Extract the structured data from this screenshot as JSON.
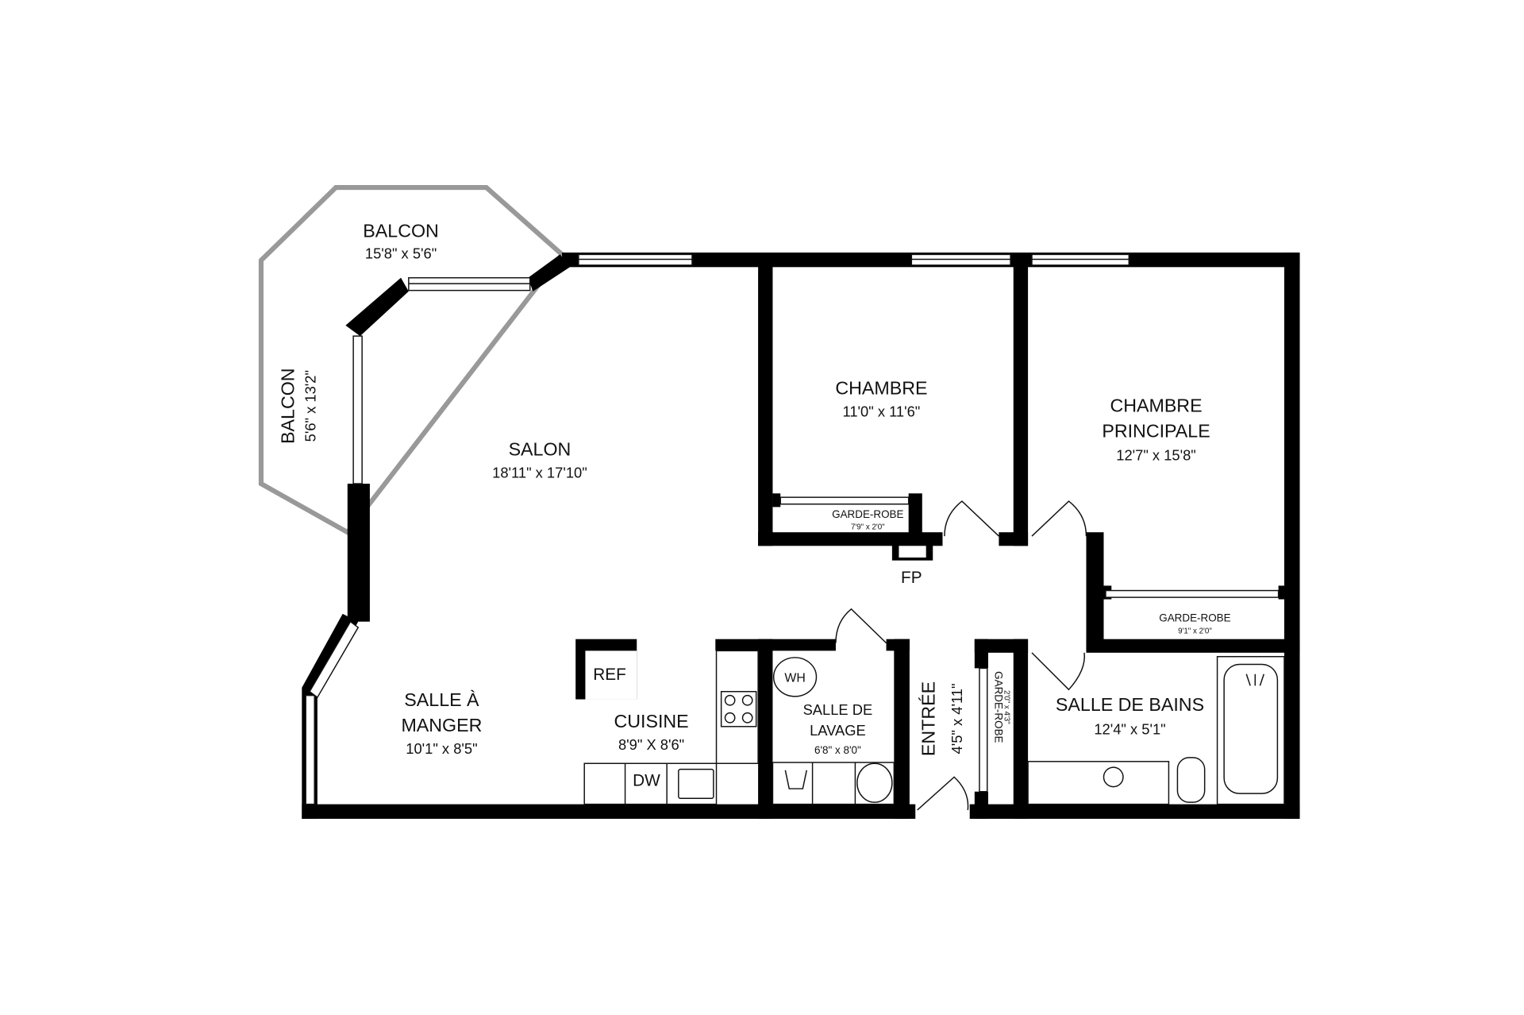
{
  "rooms": {
    "balcon_top": {
      "name": "BALCON",
      "dim": "15'8\" x 5'6\""
    },
    "balcon_side": {
      "name": "BALCON",
      "dim": "5'6\" x 13'2\""
    },
    "salon": {
      "name": "SALON",
      "dim": "18'11\" x 17'10\""
    },
    "chambre": {
      "name": "CHAMBRE",
      "dim": "11'0\" x 11'6\""
    },
    "chambre_principale": {
      "name1": "CHAMBRE",
      "name2": "PRINCIPALE",
      "dim": "12'7\" x 15'8\""
    },
    "garde_robe_chambre": {
      "name": "GARDE-ROBE",
      "dim": "7'9\" x 2'0\""
    },
    "garde_robe_principale": {
      "name": "GARDE-ROBE",
      "dim": "9'1\" x 2'0\""
    },
    "garde_robe_entree": {
      "name": "GARDE-ROBE",
      "dim": "2'0\" x 4'3\""
    },
    "salle_a_manger": {
      "name1": "SALLE À",
      "name2": "MANGER",
      "dim": "10'1\" x 8'5\""
    },
    "cuisine": {
      "name": "CUISINE",
      "dim": "8'9\" X 8'6\""
    },
    "salle_de_lavage": {
      "name1": "SALLE DE",
      "name2": "LAVAGE",
      "dim": "6'8\" x 8'0\""
    },
    "entree": {
      "name": "ENTRÉE",
      "dim": "4'5\" x 4'11\""
    },
    "salle_de_bains": {
      "name": "SALLE DE BAINS",
      "dim": "12'4\" x 5'1\""
    }
  },
  "fixtures": {
    "fp": "FP",
    "ref": "REF",
    "dw": "DW",
    "wh": "WH"
  },
  "colors": {
    "wall": "#000000",
    "balcony": "#999999"
  }
}
